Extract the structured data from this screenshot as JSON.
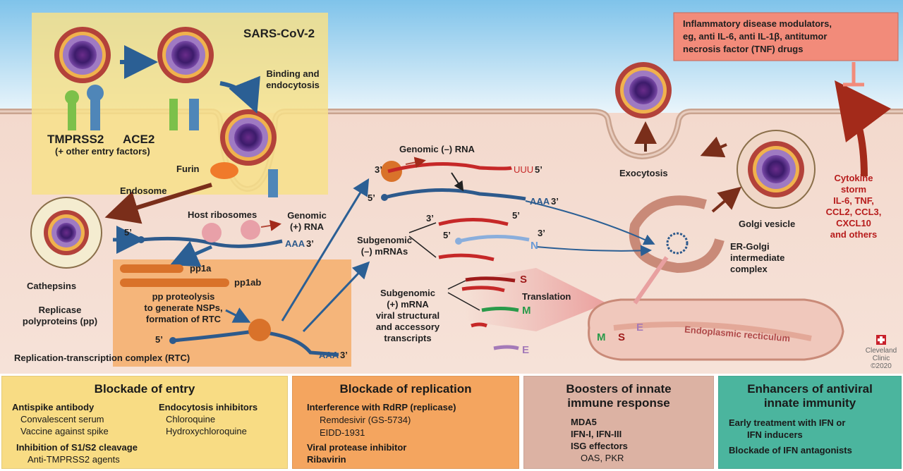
{
  "diagram": {
    "virus_label": "SARS-CoV-2",
    "binding_label_1": "Binding and",
    "binding_label_2": "endocytosis",
    "tmprss2": "TMPRSS2",
    "ace2": "ACE2",
    "other_entry": "(+ other entry factors)",
    "furin": "Furin",
    "endosome": "Endosome",
    "cathepsins": "Cathepsins",
    "host_ribosomes": "Host ribosomes",
    "genomic_plus_1": "Genomic",
    "genomic_plus_2": "(+) RNA",
    "pp1a": "pp1a",
    "pp1ab": "pp1ab",
    "proteolysis_1": "pp proteolysis",
    "proteolysis_2": "to generate NSPs,",
    "proteolysis_3": "formation of RTC",
    "replicase_1": "Replicase",
    "replicase_2": "polyproteins (pp)",
    "rtc": "Replication-transcription complex (RTC)",
    "genomic_minus": "Genomic (–) RNA",
    "subgenomic_minus_1": "Subgenomic",
    "subgenomic_minus_2": "(–) mRNAs",
    "subgenomic_plus_1": "Subgenomic",
    "subgenomic_plus_2": "(+) mRNA",
    "subgenomic_plus_3": "viral structural",
    "subgenomic_plus_4": "and accessory",
    "subgenomic_plus_5": "transcripts",
    "translation": "Translation",
    "er": "Endoplasmic recticulum",
    "ergic_1": "ER-Golgi",
    "ergic_2": "intermediate",
    "ergic_3": "complex",
    "golgi": "Golgi vesicle",
    "exocytosis": "Exocytosis",
    "modulators_1": "Inflammatory disease modulators,",
    "modulators_2": "eg, anti IL-6, anti IL-1β, antitumor",
    "modulators_3": "necrosis factor (TNF) drugs",
    "cytokine_1": "Cytokine",
    "cytokine_2": "storm",
    "cytokine_3": "IL-6, TNF,",
    "cytokine_4": "CCL2, CCL3,",
    "cytokine_5": "CXCL10",
    "cytokine_6": "and others",
    "five_prime": "5’",
    "three_prime": "3’",
    "aaa": "AAA",
    "uuu": "UUU",
    "S": "S",
    "M": "M",
    "N": "N",
    "E": "E",
    "clinic_1": "Cleveland",
    "clinic_2": "Clinic",
    "clinic_3": "©2020"
  },
  "panels": {
    "entry": {
      "title": "Blockade of entry",
      "antispike": "Antispike antibody",
      "serum": "Convalescent serum",
      "vaccine": "Vaccine against spike",
      "endocytosis": "Endocytosis inhibitors",
      "chloroquine": "Chloroquine",
      "hcq": "Hydroxychloroquine",
      "s1s2": "Inhibition of S1/S2 cleavage",
      "anti_tmprss2": "Anti-TMPRSS2 agents"
    },
    "replication": {
      "title": "Blockade of replication",
      "rdrp": "Interference with RdRP (replicase)",
      "remdesivir": "Remdesivir (GS-5734)",
      "eidd": "EIDD-1931",
      "protease": "Viral protease inhibitor",
      "ribavirin": "Ribavirin"
    },
    "boosters": {
      "title_1": "Boosters of innate",
      "title_2": "immune response",
      "mda5": "MDA5",
      "ifn": "IFN-I, IFN-III",
      "isg": "ISG effectors",
      "oas": "OAS, PKR"
    },
    "enhancers": {
      "title_1": "Enhancers of antiviral",
      "title_2": "innate immunity",
      "early_1": "Early treatment with IFN or",
      "early_2": "IFN inducers",
      "blockade": "Blockade of IFN antagonists"
    }
  },
  "colors": {
    "sky": "#cfe8f5",
    "cytoplasm": "#f2d5c9",
    "entry_box": "#f7e08a",
    "replication_box": "#f5b070",
    "modulator_box": "#f28b7a",
    "panel_entry": "#f8dc84",
    "panel_replication": "#f4a55f",
    "panel_boosters": "#dcb2a3",
    "panel_enhancers": "#4bb59e",
    "rna_blue": "#2d5a8c",
    "rna_red": "#c62828",
    "arrow_blue": "#2b5f94",
    "arrow_brown": "#7a2e1a"
  }
}
